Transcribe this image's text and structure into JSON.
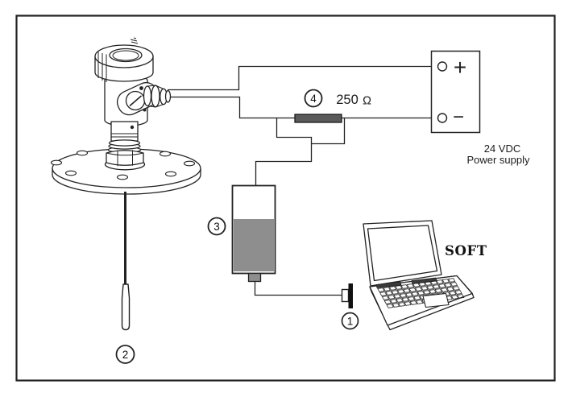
{
  "colors": {
    "line": "#222222",
    "resistor_fill": "#5a5a5a",
    "device_fill": "#8e8e8e",
    "connector_fill": "#111111",
    "background": "#ffffff"
  },
  "callouts": {
    "usb_adapter": "1",
    "probe_weight": "2",
    "hart_modem": "3",
    "resistor": "4"
  },
  "resistor": {
    "value": "250",
    "unit": "Ω"
  },
  "power_supply": {
    "positive": "+",
    "negative": "−",
    "label_line1": "24 VDC",
    "label_line2": "Power supply"
  },
  "laptop": {
    "label": "SOFT"
  }
}
